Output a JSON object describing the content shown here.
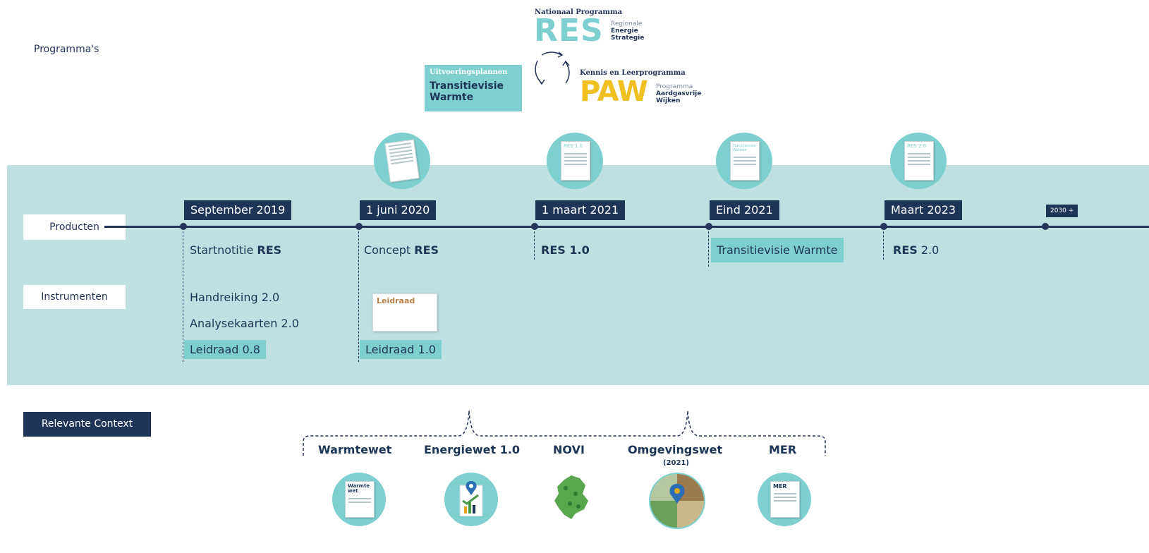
{
  "programmas": {
    "label": "Programma's",
    "res_logo": {
      "header": "Nationaal Programma",
      "acronym": "RES",
      "lines": [
        "Regionale",
        "Energie",
        "Strategie"
      ]
    },
    "tvw_logo": {
      "header": "Uitvoeringsplannen",
      "title_line1": "Transitievisie",
      "title_line2": "Warmte"
    },
    "paw_logo": {
      "header": "Kennis en Leerprogramma",
      "acronym": "PAW",
      "lines": [
        "Programma",
        "Aardgasvrije",
        "Wijken"
      ]
    }
  },
  "rows": {
    "producten": "Producten",
    "instrumenten": "Instrumenten"
  },
  "milestones": [
    {
      "date": "September 2019",
      "product_plain": "Startnotitie ",
      "product_bold": "RES",
      "instrumenten": [
        "Handreiking 2.0",
        "Analysekaarten 2.0"
      ],
      "highlight": "Leidraad 0.8"
    },
    {
      "date": "1 juni 2020",
      "product_plain": "Concept ",
      "product_bold": "RES",
      "instrumenten": [],
      "highlight": "Leidraad 1.0",
      "card_title": "Leidraad"
    },
    {
      "date": "1 maart 2021",
      "product_plain": " 1.0",
      "product_bold": "RES",
      "doc_title": "RES 1.0"
    },
    {
      "date": "Eind 2021",
      "product_highlight": "Transitievisie Warmte",
      "doc_title": "Transitievisie Warmte"
    },
    {
      "date": "Maart 2023",
      "product_plain": " 2.0",
      "product_bold": "RES",
      "doc_title": "RES 2.0"
    },
    {
      "date": "2030 +"
    }
  ],
  "context": {
    "label": "Relevante Context",
    "items": [
      {
        "name": "Warmtewet",
        "icon": "Warmte wet"
      },
      {
        "name": "Energiewet 1.0"
      },
      {
        "name": "NOVI"
      },
      {
        "name": "Omgevingswet",
        "sub": "(2021)"
      },
      {
        "name": "MER",
        "icon": "MER"
      }
    ]
  },
  "colors": {
    "navy": "#1d3557",
    "teal": "#7ecfd0",
    "band": "#bfe0e1",
    "yellow": "#f0c020"
  }
}
